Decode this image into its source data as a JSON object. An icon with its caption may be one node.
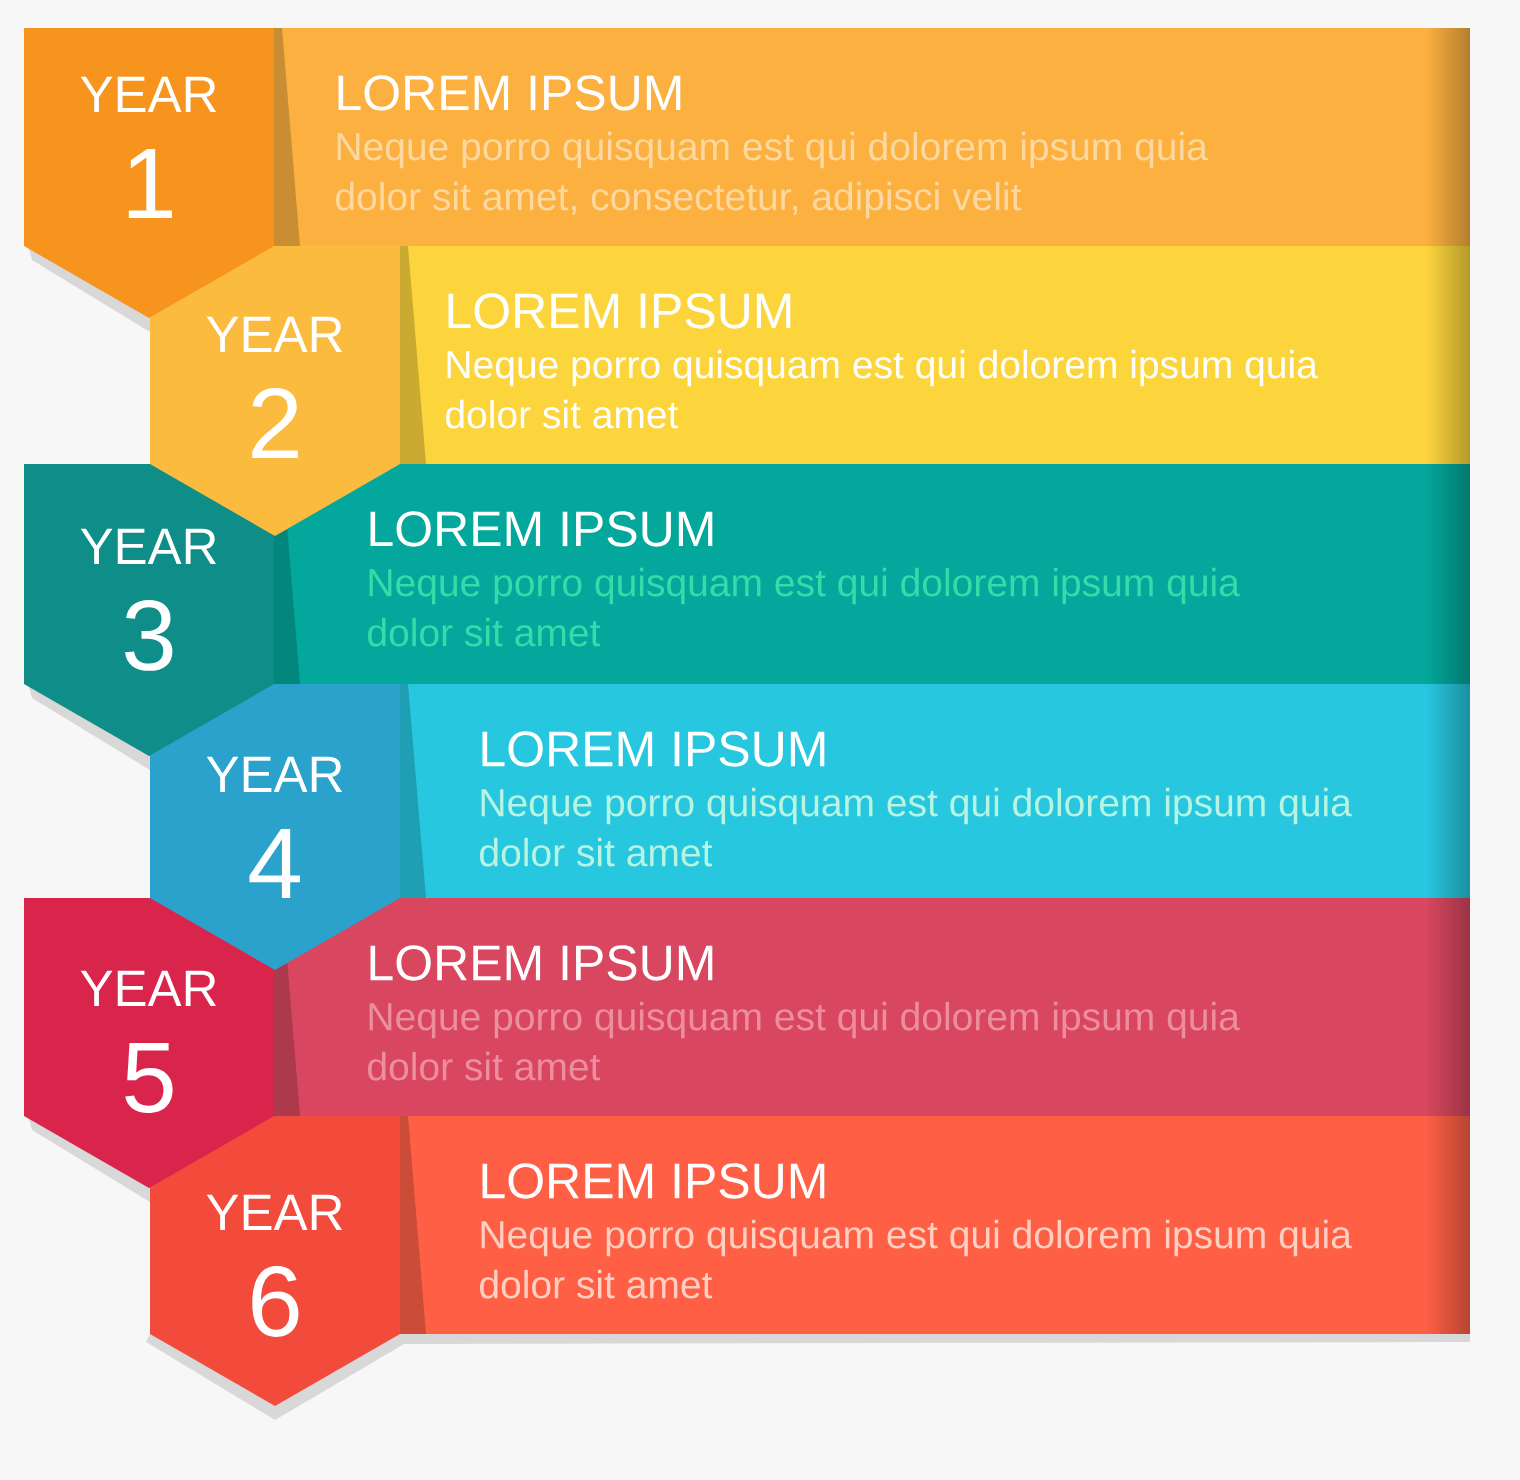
{
  "diagram": {
    "nodes": [
      {
        "text": [
          "YEAR",
          "1"
        ]
      },
      {
        "text": [
          "LOREM IPSUM",
          "Neque porro quisquam est qui dolorem ipsum quia dolor sit amet, consectetur, adipisci velit"
        ]
      },
      {
        "text": [
          "YEAR",
          "2"
        ]
      },
      {
        "text": [
          "LOREM IPSUM",
          "Neque porro quisquam est qui dolorem ipsum quia dolor sit amet"
        ]
      },
      {
        "text": [
          "YEAR",
          "3"
        ]
      },
      {
        "text": [
          "LOREM IPSUM",
          "Neque porro quisquam est qui dolorem ipsum quia dolor sit amet"
        ]
      },
      {
        "text": [
          "YEAR",
          "4"
        ]
      },
      {
        "text": [
          "LOREM IPSUM",
          "Neque porro quisquam est qui dolorem ipsum quia dolor sit amet"
        ]
      },
      {
        "text": [
          "YEAR",
          "5"
        ]
      },
      {
        "text": [
          "LOREM IPSUM",
          "Neque porro quisquam est qui dolorem ipsum quia dolor sit amet"
        ]
      },
      {
        "text": [
          "YEAR",
          "6"
        ]
      },
      {
        "text": [
          "LOREM IPSUM",
          "Neque porro quisquam est qui dolorem ipsum quia dolor sit amet"
        ]
      }
    ]
  }
}
